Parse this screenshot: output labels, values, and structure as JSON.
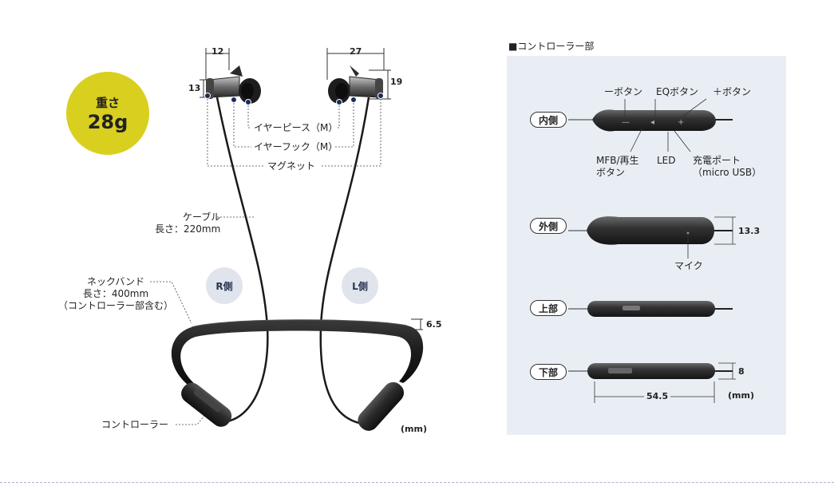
{
  "weight": {
    "label": "重さ",
    "value": "28g"
  },
  "earbud_dims": {
    "left_width": "12",
    "left_height": "13",
    "right_width": "27",
    "right_height": "19"
  },
  "earbud_labels": {
    "earpiece": "イヤーピース（M）",
    "earhook": "イヤーフック（M）",
    "magnet": "マグネット"
  },
  "cable": {
    "line1": "ケーブル",
    "line2": "長さ：220mm"
  },
  "neckband": {
    "line1": "ネックバンド",
    "line2": "長さ：400mm",
    "line3": "（コントローラー部含む）",
    "thickness": "6.5"
  },
  "sides": {
    "right": "R側",
    "left": "L側"
  },
  "controller_label": "コントローラー",
  "unit_left": "(mm)",
  "controller_section": {
    "title": "■コントローラー部",
    "inner": {
      "tag": "内側",
      "minus": "ーボタン",
      "eq": "EQボタン",
      "plus": "＋ボタン",
      "mfb_line1": "MFB/再生",
      "mfb_line2": "ボタン",
      "led": "LED",
      "port_line1": "充電ポート",
      "port_line2": "（micro USB）"
    },
    "outer": {
      "tag": "外側",
      "height": "13.3",
      "mic": "マイク"
    },
    "top": {
      "tag": "上部"
    },
    "bottom": {
      "tag": "下部",
      "thickness": "8",
      "length": "54.5",
      "unit": "(mm)"
    }
  }
}
